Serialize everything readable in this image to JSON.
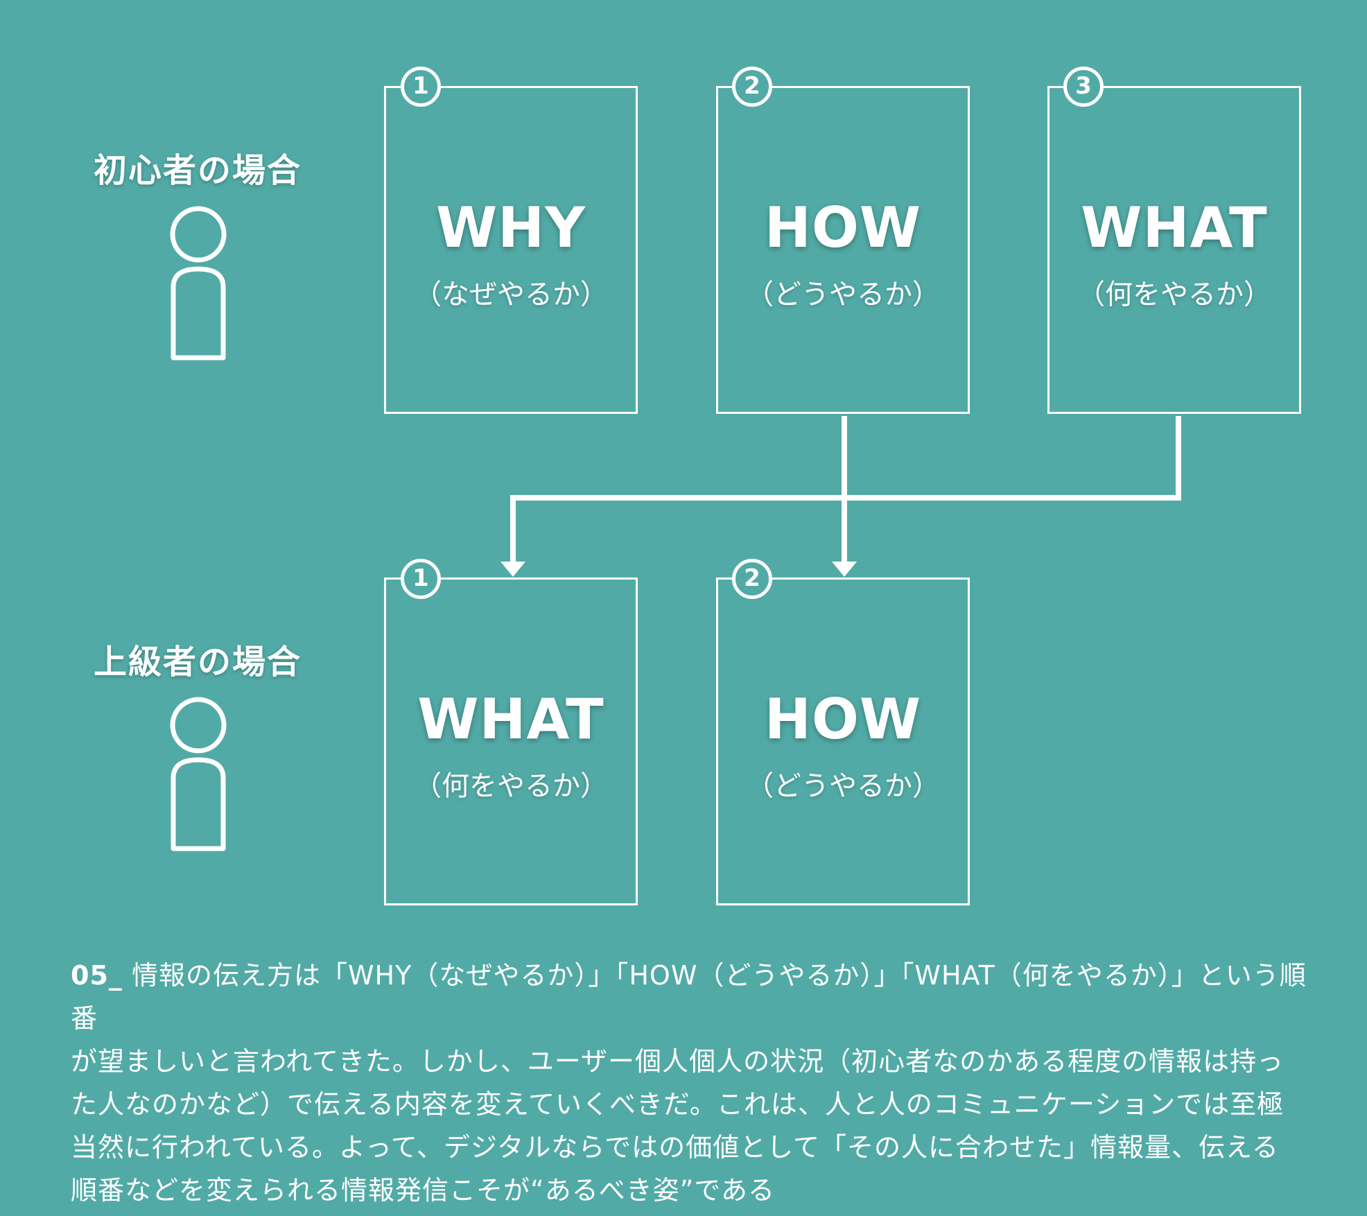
{
  "beginner": {
    "label": "初心者の場合",
    "steps": [
      {
        "number": "1",
        "title": "WHY",
        "subtitle": "（なぜやるか）"
      },
      {
        "number": "2",
        "title": "HOW",
        "subtitle": "（どうやるか）"
      },
      {
        "number": "3",
        "title": "WHAT",
        "subtitle": "（何をやるか）"
      }
    ]
  },
  "advanced": {
    "label": "上級者の場合",
    "steps": [
      {
        "number": "1",
        "title": "WHAT",
        "subtitle": "（何をやるか）"
      },
      {
        "number": "2",
        "title": "HOW",
        "subtitle": "（どうやるか）"
      }
    ]
  },
  "caption": {
    "number": "05_",
    "lines": [
      "情報の伝え方は「WHY（なぜやるか）」「HOW（どうやるか）」「WHAT（何をやるか）」という順番",
      "が望ましいと言われてきた。しかし、ユーザー個人個人の状況（初心者なのかある程度の情報は持っ",
      "た人なのかなど）で伝える内容を変えていくべきだ。これは、人と人のコミュニケーションでは至極",
      "当然に行われている。よって、デジタルならではの価値として「その人に合わせた」情報量、伝える",
      "順番などを変えられる情報発信こそが“あるべき姿”である"
    ]
  },
  "colors": {
    "background": "#52aaa6",
    "foreground": "#ffffff"
  },
  "icons": [
    "person-icon",
    "arrow-down-icon"
  ]
}
